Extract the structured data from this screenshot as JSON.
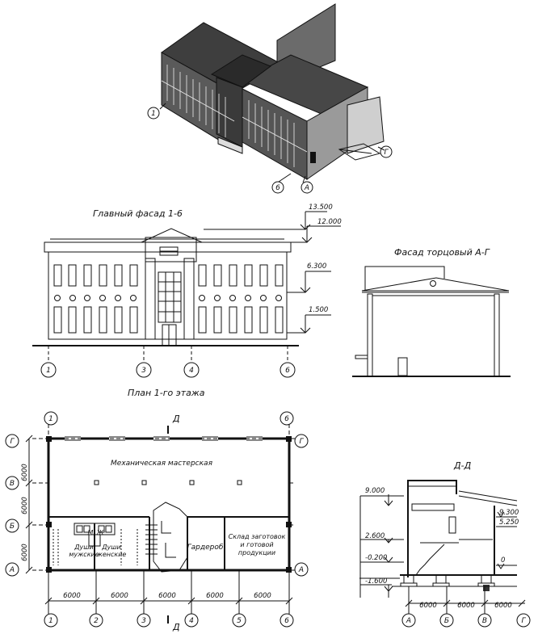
{
  "views": {
    "main_facade_title": "Главный фасад 1-6",
    "end_facade_title": "Фасад торцовый А-Г",
    "plan_title": "План 1-го этажа",
    "section_title": "Д-Д"
  },
  "axes": {
    "numeric": [
      "1",
      "2",
      "3",
      "4",
      "5",
      "6"
    ],
    "letters": [
      "А",
      "Б",
      "В",
      "Г"
    ],
    "section_mark": "Д"
  },
  "facade_elevations": [
    "13.500",
    "12.000",
    "6.300",
    "1.500"
  ],
  "plan_rooms": {
    "workshop": "Механическая мастерская",
    "wardrobe": "Гардероб",
    "showers_men": [
      "Души",
      "мужские"
    ],
    "showers_women": [
      "Души",
      "женские"
    ],
    "storage": [
      "Склад заготовок",
      "и готовой",
      "продукции"
    ],
    "toilet_m": "М",
    "toilet_w": "Ж"
  },
  "plan_dimensions": {
    "horizontal": [
      "6000",
      "6000",
      "6000",
      "6000",
      "6000"
    ],
    "vertical": [
      "6000",
      "6000",
      "6000"
    ]
  },
  "section_elevations": [
    "9.000",
    "9.300",
    "5.250",
    "2.600",
    "-0.200",
    "0",
    "-1.600"
  ],
  "section_dimensions": [
    "6000",
    "6000",
    "6000"
  ]
}
